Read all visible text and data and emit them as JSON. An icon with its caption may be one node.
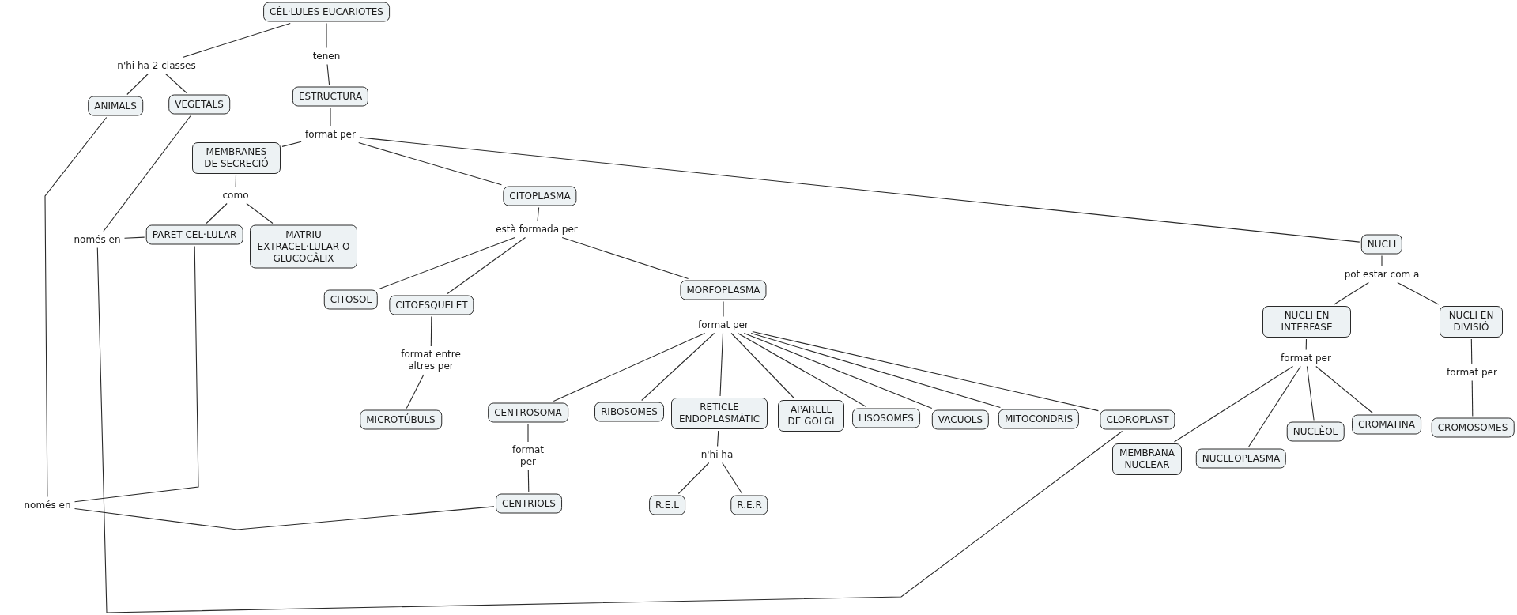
{
  "diagram": {
    "nodes": [
      {
        "text": [
          "CÈL·LULES EUCARIOTES"
        ]
      },
      {
        "text": [
          "n'hi ha 2 classes"
        ]
      },
      {
        "text": [
          "tenen"
        ]
      },
      {
        "text": [
          "ANIMALS"
        ]
      },
      {
        "text": [
          "VEGETALS"
        ]
      },
      {
        "text": [
          "ESTRUCTURA"
        ]
      },
      {
        "text": [
          "format per"
        ]
      },
      {
        "text": [
          "MEMBRANES DE SECRECIÓ"
        ]
      },
      {
        "text": [
          "CITOPLASMA"
        ]
      },
      {
        "text": [
          "NUCLI"
        ]
      },
      {
        "text": [
          "como"
        ]
      },
      {
        "text": [
          "PARET CEL·LULAR"
        ]
      },
      {
        "text": [
          "MATRIU EXTRACEL·LULAR O GLUCOCÂLIX"
        ]
      },
      {
        "text": [
          "només en"
        ]
      },
      {
        "text": [
          "està formada per"
        ]
      },
      {
        "text": [
          "CITOSOL"
        ]
      },
      {
        "text": [
          "CITOESQUELET"
        ]
      },
      {
        "text": [
          "MORFOPLASMA"
        ]
      },
      {
        "text": [
          "pot estar com a"
        ]
      },
      {
        "text": [
          "NUCLI EN INTERFASE"
        ]
      },
      {
        "text": [
          "NUCLI EN DIVISIÓ"
        ]
      },
      {
        "text": [
          "format entre altres per"
        ]
      },
      {
        "text": [
          "format per"
        ]
      },
      {
        "text": [
          "format per"
        ]
      },
      {
        "text": [
          "format per"
        ]
      },
      {
        "text": [
          "MICROTÚBULS"
        ]
      },
      {
        "text": [
          "CENTROSOMA"
        ]
      },
      {
        "text": [
          "RIBOSOMES"
        ]
      },
      {
        "text": [
          "RETICLE ENDOPLASMÀTIC"
        ]
      },
      {
        "text": [
          "APARELL DE GOLGI"
        ]
      },
      {
        "text": [
          "LISOSOMES"
        ]
      },
      {
        "text": [
          "VACUOLS"
        ]
      },
      {
        "text": [
          "MITOCONDRIS"
        ]
      },
      {
        "text": [
          "CLOROPLAST"
        ]
      },
      {
        "text": [
          "MEMBRANA NUCLEAR"
        ]
      },
      {
        "text": [
          "NUCLEOPLASMA"
        ]
      },
      {
        "text": [
          "NUCLÈOL"
        ]
      },
      {
        "text": [
          "CROMATINA"
        ]
      },
      {
        "text": [
          "CROMOSOMES"
        ]
      },
      {
        "text": [
          "format per"
        ]
      },
      {
        "text": [
          "n'hi ha"
        ]
      },
      {
        "text": [
          "R.E.L"
        ]
      },
      {
        "text": [
          "R.E.R"
        ]
      },
      {
        "text": [
          "CENTRIOLS"
        ]
      },
      {
        "text": [
          "només en"
        ]
      }
    ],
    "edges": [
      {
        "from": 0,
        "to": 1,
        "arrow": "none"
      },
      {
        "from": 0,
        "to": 2,
        "arrow": "none"
      },
      {
        "from": 1,
        "to": 3,
        "arrow": "none"
      },
      {
        "from": 1,
        "to": 4,
        "arrow": "none"
      },
      {
        "from": 2,
        "to": 5,
        "arrow": "none"
      },
      {
        "from": 5,
        "to": 6,
        "arrow": "none"
      },
      {
        "from": 6,
        "to": 7,
        "arrow": "none"
      },
      {
        "from": 6,
        "to": 8,
        "arrow": "none"
      },
      {
        "from": 6,
        "to": 9,
        "arrow": "none"
      },
      {
        "from": 7,
        "to": 10,
        "arrow": "none"
      },
      {
        "from": 10,
        "to": 11,
        "arrow": "none"
      },
      {
        "from": 10,
        "to": 12,
        "arrow": "none"
      },
      {
        "from": 4,
        "to": 13,
        "arrow": "none"
      },
      {
        "from": 13,
        "to": 11,
        "arrow": "none"
      },
      {
        "from": 3,
        "to": 44,
        "arrow": "none"
      },
      {
        "from": 11,
        "to": 44,
        "arrow": "none"
      },
      {
        "from": 44,
        "to": 43,
        "arrow": "none"
      },
      {
        "from": 33,
        "to": 13,
        "arrow": "none"
      },
      {
        "from": 8,
        "to": 14,
        "arrow": "none"
      },
      {
        "from": 14,
        "to": 15,
        "arrow": "none"
      },
      {
        "from": 14,
        "to": 16,
        "arrow": "none"
      },
      {
        "from": 14,
        "to": 17,
        "arrow": "none"
      },
      {
        "from": 16,
        "to": 21,
        "arrow": "none"
      },
      {
        "from": 21,
        "to": 25,
        "arrow": "none"
      },
      {
        "from": 17,
        "to": 22,
        "arrow": "none"
      },
      {
        "from": 22,
        "to": 26,
        "arrow": "none"
      },
      {
        "from": 22,
        "to": 27,
        "arrow": "none"
      },
      {
        "from": 22,
        "to": 28,
        "arrow": "none"
      },
      {
        "from": 22,
        "to": 29,
        "arrow": "none"
      },
      {
        "from": 22,
        "to": 30,
        "arrow": "none"
      },
      {
        "from": 22,
        "to": 31,
        "arrow": "none"
      },
      {
        "from": 22,
        "to": 32,
        "arrow": "none"
      },
      {
        "from": 22,
        "to": 33,
        "arrow": "none"
      },
      {
        "from": 26,
        "to": 39,
        "arrow": "none"
      },
      {
        "from": 39,
        "to": 43,
        "arrow": "none"
      },
      {
        "from": 28,
        "to": 40,
        "arrow": "none"
      },
      {
        "from": 40,
        "to": 41,
        "arrow": "none"
      },
      {
        "from": 40,
        "to": 42,
        "arrow": "none"
      },
      {
        "from": 9,
        "to": 18,
        "arrow": "none"
      },
      {
        "from": 18,
        "to": 19,
        "arrow": "none"
      },
      {
        "from": 18,
        "to": 20,
        "arrow": "none"
      },
      {
        "from": 19,
        "to": 23,
        "arrow": "none"
      },
      {
        "from": 23,
        "to": 34,
        "arrow": "none"
      },
      {
        "from": 23,
        "to": 35,
        "arrow": "none"
      },
      {
        "from": 23,
        "to": 36,
        "arrow": "none"
      },
      {
        "from": 23,
        "to": 37,
        "arrow": "none"
      },
      {
        "from": 20,
        "to": 24,
        "arrow": "none"
      },
      {
        "from": 24,
        "to": 38,
        "arrow": "none"
      }
    ]
  }
}
